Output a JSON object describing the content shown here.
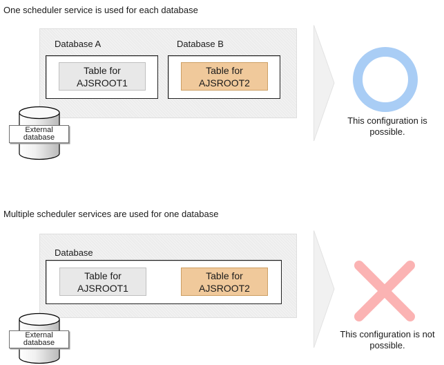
{
  "colors": {
    "panel_bg": "#ececec",
    "panel_border": "#dedede",
    "white_box_border": "#1f1f1f",
    "table1_bg": "#e8e8e8",
    "table1_border": "#bfbfbf",
    "table2_bg": "#f0c99b",
    "table2_border": "#cc9f63",
    "circle_color": "#a9cdf5",
    "cross_color": "#fbb3b3",
    "arrow_fill": "#f1f1f1",
    "arrow_stroke": "#e2e2e2"
  },
  "section_one": {
    "title": "One scheduler service is used for each database",
    "database_a": {
      "label": "Database A",
      "table_line1": "Table for",
      "table_line2": "AJSROOT1"
    },
    "database_b": {
      "label": "Database B",
      "table_line1": "Table for",
      "table_line2": "AJSROOT2"
    },
    "external_db": {
      "line1": "External",
      "line2": "database"
    },
    "verdict": {
      "symbol": "circle",
      "line1": "This configuration is",
      "line2": "possible."
    }
  },
  "section_two": {
    "title": "Multiple scheduler services are used for one database",
    "database": {
      "label": "Database",
      "table1_line1": "Table for",
      "table1_line2": "AJSROOT1",
      "table2_line1": "Table for",
      "table2_line2": "AJSROOT2"
    },
    "external_db": {
      "line1": "External",
      "line2": "database"
    },
    "verdict": {
      "symbol": "cross",
      "line1": "This configuration is not",
      "line2": "possible."
    }
  }
}
